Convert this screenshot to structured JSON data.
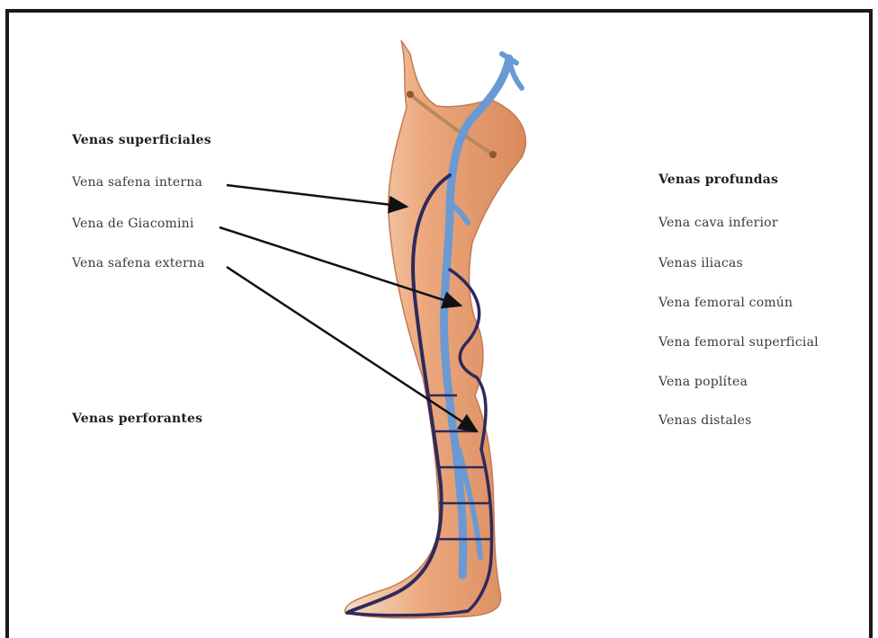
{
  "left": {
    "superficial_heading": "Venas superficiales",
    "superficial_items": [
      "Vena safena interna",
      "Vena de Giacomini",
      "Vena safena externa"
    ],
    "perforating_heading": "Venas perforantes"
  },
  "right": {
    "deep_heading": "Venas profundas",
    "deep_items": [
      "Vena cava inferior",
      "Venas iliacas",
      "Vena femoral común",
      "Vena femoral superficial",
      "Vena poplítea",
      "Venas distales"
    ]
  },
  "colors": {
    "skin": "#e9a57a",
    "skin_light": "#f6d9bc",
    "deep_vein": "#6a9ad4",
    "superficial_vein": "#2e2a5e",
    "arrow": "#111111",
    "frame": "#1a1a1a"
  }
}
